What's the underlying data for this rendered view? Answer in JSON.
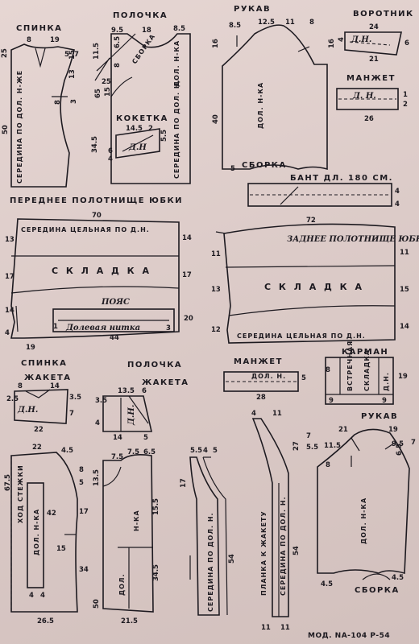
{
  "titles": {
    "spinka": "СПИНКА",
    "polochka": "ПОЛОЧКА",
    "rukav": "РУКАВ",
    "vorotnik": "ВОРОТНИК",
    "manzhet": "МАНЖЕТ",
    "koketka": "КОКЕТКА",
    "bant": "БАНТ  ДЛ. 180 СМ.",
    "front_skirt": "ПЕРЕДНЕЕ ПОЛОТНИЩЕ  ЮБКИ",
    "back_skirt": "ЗАДНЕЕ ПОЛОТНИЩЕ ЮБКИ",
    "manzhet2": "МАНЖЕТ",
    "karman": "КАРМАН",
    "spinka_zh": "СПИНКА",
    "zhaketa": "ЖАКЕТА",
    "polochka_zh": "ПОЛОЧКА",
    "zhaketa2": "ЖАКЕТА",
    "rukav2": "РУКАВ"
  },
  "labels": {
    "seredina_dol": "СЕРЕДИНА ПО ДОЛ. Н-ЖЕ",
    "seredina_dol2": "СЕРЕДИНА ПО ДОЛ. Н.",
    "sborka": "СБОРКА",
    "dol_nka": "ДОЛ. Н-КА",
    "sborka_bottom": "СБОРКА",
    "dn": "Д.Н.",
    "seredina_celnaya": "СЕРЕДИНА ЦЕЛЬНАЯ ПО Д.Н.",
    "skladka": "С К Л А Д К А",
    "poyas": "ПОЯС",
    "dolevaya": "Долевая нитка",
    "seredina_celnaya2": "СЕРЕДИНА  ЦЕЛЬНАЯ  ПО Д.Н.",
    "dol_n": "ДОЛ. Н.",
    "vstrechnaya": "ВСТРЕЧНАЯ",
    "skladka_small": "СКЛАДКА",
    "hod_stezhki": "ХОД СТЕЖКИ",
    "planka": "ПЛАНКА К ЖАКЕТУ",
    "seredina_dol_n": "СЕРЕДИНА ПО ДОЛ. Н.",
    "n_ka": "Н-КА",
    "dol": "ДОЛ.",
    "sborka3": "СБОРКА",
    "dn2": "Д.Н.",
    "dn3": "Д.Н.",
    "dol_nka2": "ДОЛ. Н-КА",
    "dol_nka3": "ДОЛ. Н-КА",
    "dol_n2": "ДОЛ. Н.",
    "d_n": "Д. Н.",
    "d_n_koketka": "Д.Н"
  },
  "numbers": {
    "n8": "8",
    "n19": "19",
    "n25": "25",
    "n5": "5",
    "n15": "15",
    "n7": "7",
    "n13": "13",
    "n3": "3",
    "n50": "50",
    "n9_5": "9.5",
    "n18": "18",
    "n8_5": "8.5",
    "n11_5": "11.5",
    "n6_5": "6.5",
    "n8b": "8",
    "n65": "65",
    "n15b": "15",
    "n34_5": "34.5",
    "n6": "6",
    "n4": "4",
    "n14_5": "14.5",
    "n2": "2",
    "n5_5": "5.5",
    "r8_5": "8.5",
    "r12_5": "12.5",
    "r11": "11",
    "r8": "8",
    "r16": "16",
    "r16b": "16",
    "r40": "40",
    "r5": "5",
    "v24": "24",
    "v4": "4",
    "v6": "6",
    "v21": "21",
    "m26": "26",
    "m1": "1",
    "m2": "2",
    "b4a": "4",
    "b4b": "4",
    "s70": "70",
    "s13": "13",
    "s14": "14",
    "s17": "17",
    "s17b": "17",
    "s14b": "14",
    "s20": "20",
    "s4": "4",
    "s19": "19",
    "s3": "3",
    "s1": "1",
    "s44": "44",
    "z72": "72",
    "z11": "11",
    "z11b": "11",
    "z13": "13",
    "z15": "15",
    "z12": "12",
    "z14": "14",
    "m28": "28",
    "m5": "5",
    "k8": "8",
    "k19": "19",
    "k9": "9",
    "k9b": "9",
    "j8": "8",
    "j14": "14",
    "j2_5": "2.5",
    "j3_5": "3.5",
    "j7": "7",
    "j22": "22",
    "p13_5": "13.5",
    "p6": "6",
    "p3_5": "3.5",
    "p4": "4",
    "p14": "14",
    "p5": "5",
    "q22": "22",
    "q4_5": "4.5",
    "q67_5": "67.5",
    "q8": "8",
    "q5": "5",
    "q42": "42",
    "q17": "17",
    "q15": "15",
    "q34": "34",
    "q4": "4",
    "q4b": "4",
    "q26_5": "26.5",
    "t7_5": "7.5",
    "t7_5b": "7.5",
    "t6_5": "6.5",
    "t13_5": "13.5",
    "t15_5": "15.5",
    "t34_5": "34.5",
    "t50": "50",
    "t21_5": "21.5",
    "u5_5": "5.5",
    "u4": "4",
    "u5": "5",
    "u17": "17",
    "u54": "54",
    "w4": "4",
    "w11": "11",
    "w27": "27",
    "w54": "54",
    "w11b": "11",
    "w11c": "11",
    "y21": "21",
    "y19": "19",
    "y7": "7",
    "y5_5": "5.5",
    "y11_5": "11.5",
    "y9_5": "9.5",
    "y6_5": "6.5",
    "y7b": "7",
    "y8": "8",
    "y4_5": "4.5",
    "y4_5b": "4.5"
  },
  "footer": "МОД. NA-104  Р-54"
}
